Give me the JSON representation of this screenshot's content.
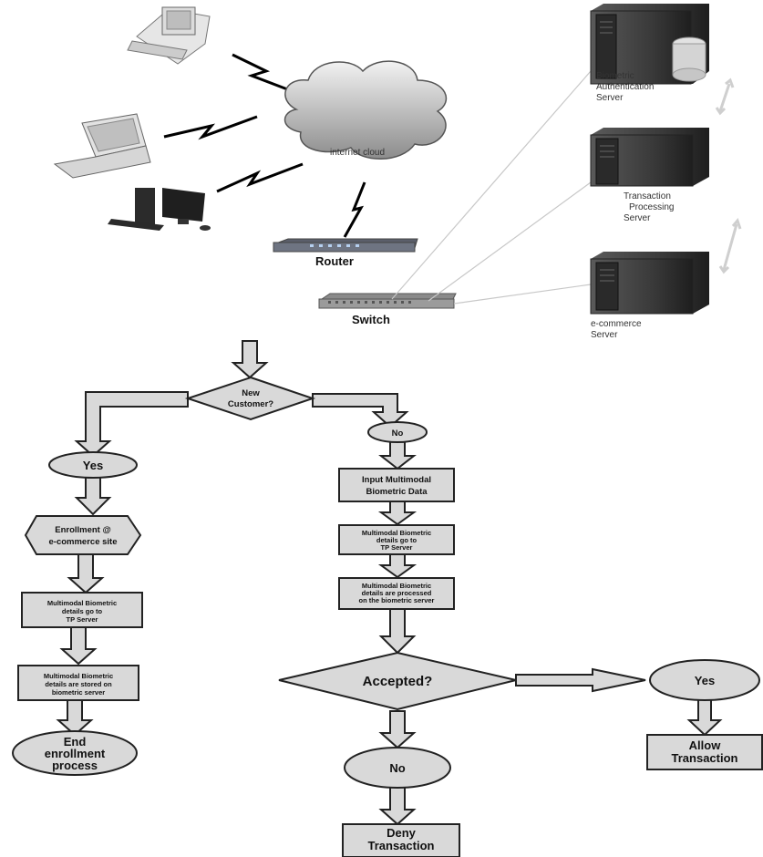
{
  "network": {
    "cloud_label": "internet cloud",
    "router_label": "Router",
    "switch_label": "Switch",
    "servers": {
      "biometric": [
        "Biometric",
        "Authentication",
        "Server"
      ],
      "transaction": [
        "Transaction",
        "Processing",
        "Server"
      ],
      "ecommerce": [
        "e-commerce",
        "Server"
      ]
    }
  },
  "flow": {
    "new_customer": [
      "New",
      "Customer?"
    ],
    "yes": "Yes",
    "no": "No",
    "enrollment": [
      "Enrollment @",
      "e-commerce site"
    ],
    "left_tp": [
      "Multimodal Biometric",
      "details go to",
      "TP Server"
    ],
    "left_store": [
      "Multimodal Biometric",
      "details are stored on",
      "biometric server"
    ],
    "end_enroll": [
      "End",
      "enrollment",
      "process"
    ],
    "input_bio": [
      "Input Multimodal",
      "Biometric Data"
    ],
    "right_tp": [
      "Multimodal Biometric",
      "details go to",
      "TP Server"
    ],
    "right_processed": [
      "Multimodal Biometric",
      "details are processed",
      "on the biometric server"
    ],
    "accepted": "Accepted?",
    "yes2": "Yes",
    "no2": "No",
    "allow": [
      "Allow",
      "Transaction"
    ],
    "deny": [
      "Deny",
      "Transaction"
    ]
  }
}
